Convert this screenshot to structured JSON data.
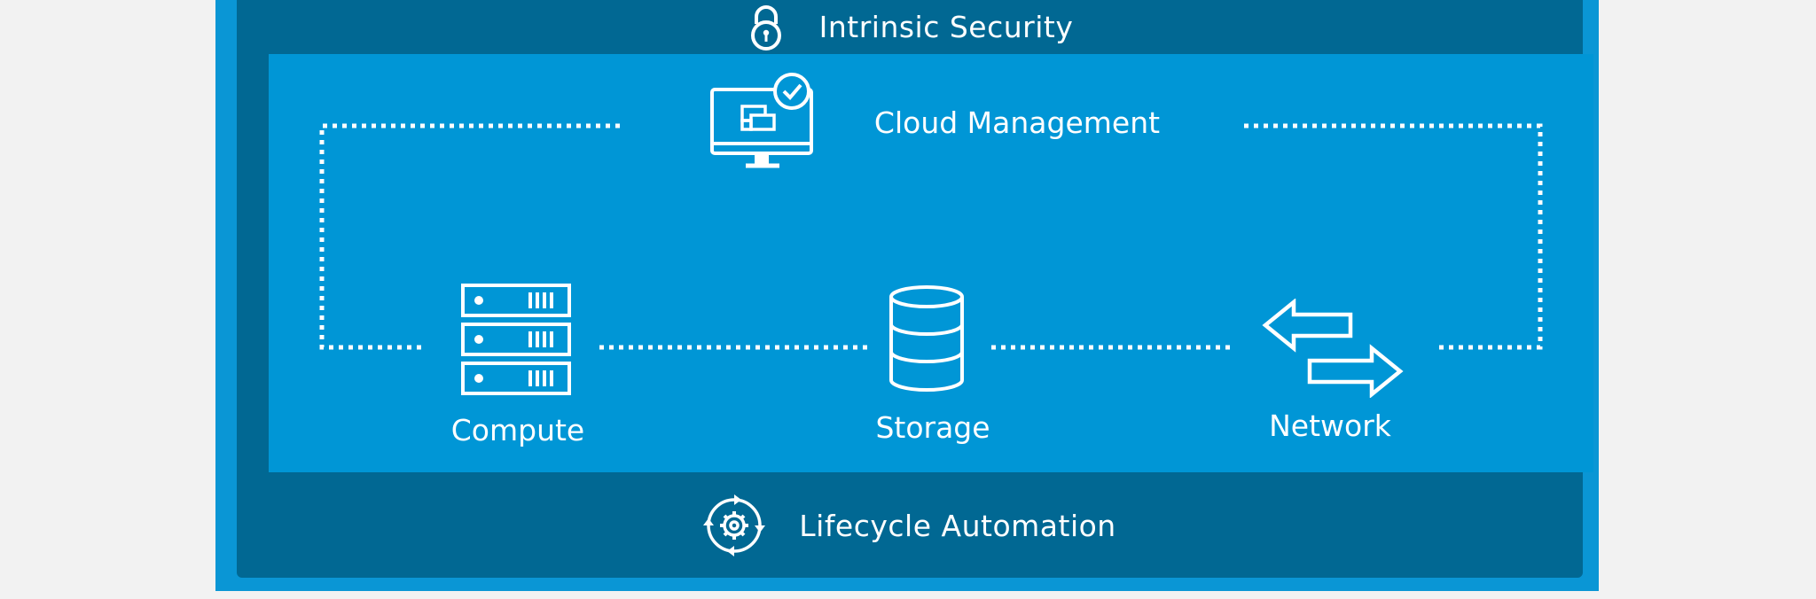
{
  "header": {
    "title": "Intrinsic Security",
    "icon": "padlock-icon"
  },
  "footer": {
    "title": "Lifecycle Automation",
    "icon": "gear-cycle-icon"
  },
  "nodes": {
    "cloud": {
      "label": "Cloud Management",
      "icon": "monitor-check-icon"
    },
    "compute": {
      "label": "Compute",
      "icon": "server-stack-icon"
    },
    "storage": {
      "label": "Storage",
      "icon": "database-icon"
    },
    "network": {
      "label": "Network",
      "icon": "exchange-arrows-icon"
    }
  },
  "colors": {
    "outer": "#0a96d5",
    "panel": "#016893",
    "inner": "#0096d6",
    "background": "#f2f2f2",
    "line": "#ffffff"
  }
}
